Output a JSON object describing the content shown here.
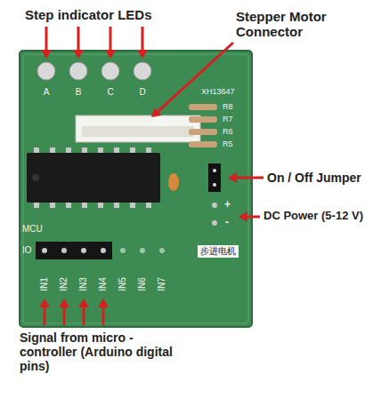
{
  "diagram": {
    "labels": [
      "Step indicator LEDs",
      "Stepper Motor Connector",
      "A",
      "B",
      "C",
      "D",
      "XH13647",
      "R8",
      "R7",
      "R6",
      "R5",
      "On / Off Jumper",
      "+",
      "DC Power (5-12 V)",
      "-",
      "MCU",
      "IO",
      "步进电机",
      "IN1",
      "IN2",
      "IN3",
      "IN4",
      "IN5",
      "IN6",
      "IN7",
      "Signal from micro - controller (Arduino digital pins)"
    ]
  }
}
